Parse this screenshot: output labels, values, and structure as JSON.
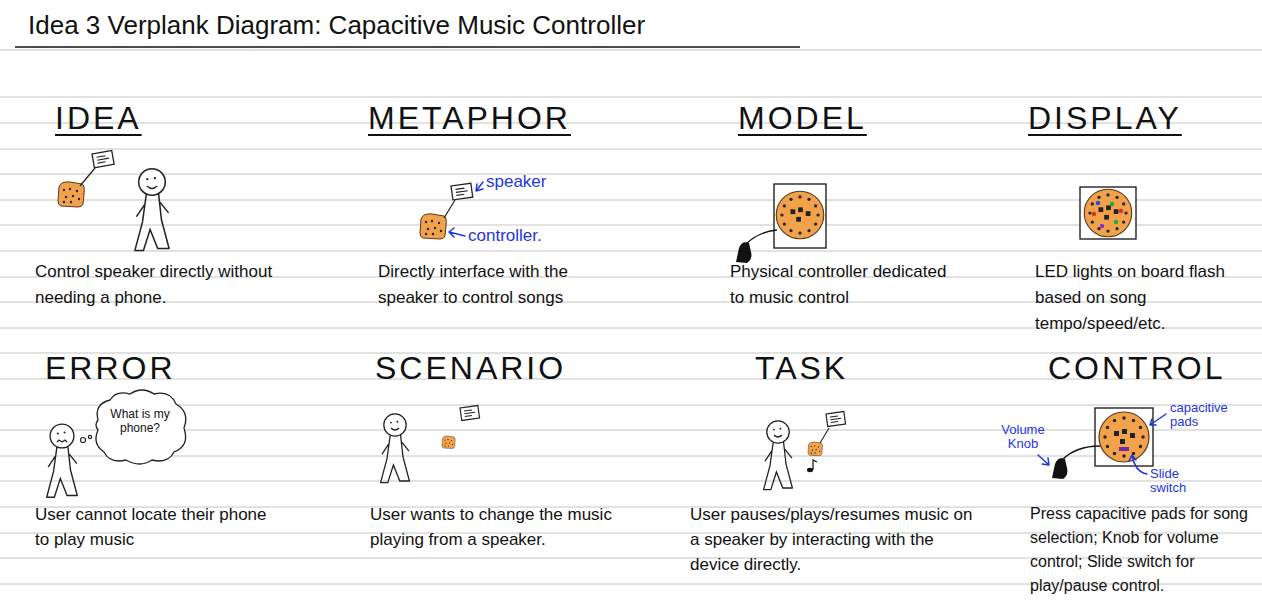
{
  "diagram": {
    "title": "Idea 3 Verplank Diagram: Capacitive Music Controller",
    "labels": [
      "IDEA",
      "METAPHOR",
      "MODEL",
      "DISPLAY",
      "speaker",
      "controller.",
      "Control speaker directly without needing a phone.",
      "Directly interface with the speaker to control songs",
      "Physical controller dedicated to music control",
      "LED lights on board flash based on song tempo/speed/etc.",
      "ERROR",
      "SCENARIO",
      "TASK",
      "CONTROL",
      "What is my phone?",
      "Volume Knob",
      "capacitive pads",
      "Slide switch",
      "User cannot locate their phone to play music",
      "User wants to change the music playing from a speaker.",
      "User pauses/plays/resumes music on a speaker by interacting with the device directly.",
      "Press capacitive pads for song selection; Knob for volume control; Slide switch for play/pause control."
    ]
  }
}
